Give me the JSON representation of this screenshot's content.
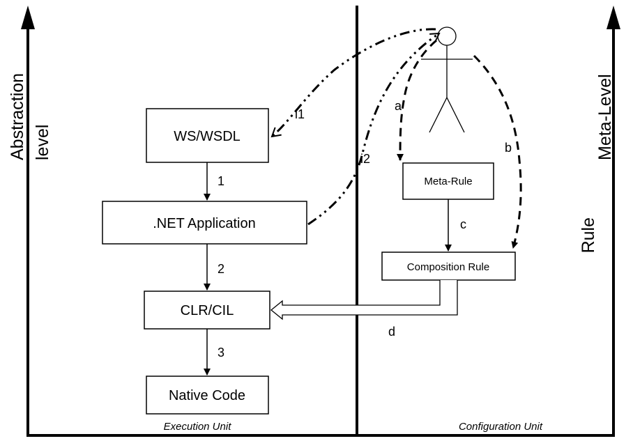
{
  "axes": {
    "left": [
      "Abstraction",
      "level"
    ],
    "right": [
      "Rule",
      "Meta-Level"
    ]
  },
  "units": {
    "execution": "Execution Unit",
    "configuration": "Configuration Unit"
  },
  "boxes": {
    "ws_wsdl": "WS/WSDL",
    "net_app": ".NET Application",
    "clr_cil": "CLR/CIL",
    "native": "Native Code",
    "meta_rule": "Meta-Rule",
    "composition": "Composition Rule"
  },
  "edges": {
    "e1": "1",
    "e2": "2",
    "e3": "3",
    "a": "a",
    "b": "b",
    "c": "c",
    "d": "d",
    "i1": "i1",
    "i2": "i2"
  },
  "colors": {
    "ink": "#000000",
    "background": "#ffffff"
  }
}
